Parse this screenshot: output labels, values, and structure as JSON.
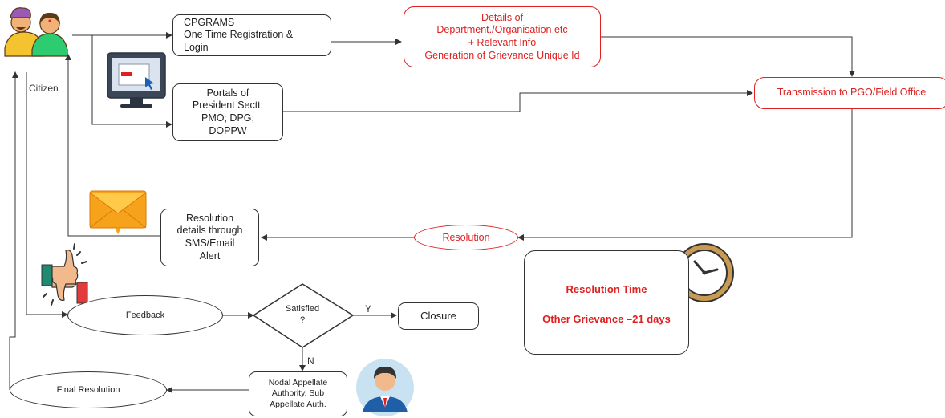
{
  "nodes": {
    "cpgrams": "CPGRAMS\nOne Time Registration &\nLogin",
    "details": "Details of\nDepartment./Organisation etc\n+ Relevant Info\nGeneration of Grievance Unique Id",
    "portals": "Portals of\nPresident Sectt;\nPMO; DPG;\nDOPPW",
    "transmission": "Transmission to PGO/Field Office",
    "resolution": "Resolution",
    "resolution_details": "Resolution\ndetails through\nSMS/Email\nAlert",
    "feedback": "Feedback",
    "satisfied": "Satisfied\n?",
    "closure": "Closure",
    "nodal": "Nodal Appellate\nAuthority, Sub\nAppellate Auth.",
    "final_resolution": "Final Resolution"
  },
  "labels": {
    "citizen": "Citizen",
    "yes": "Y",
    "no": "N"
  },
  "resolution_time": {
    "title": "Resolution Time",
    "detail": "Other Grievance –21 days"
  },
  "icons": [
    "citizen-couple-icon",
    "computer-monitor-icon",
    "email-envelope-icon",
    "thumbs-feedback-icon",
    "clock-icon",
    "officer-avatar-icon"
  ],
  "colors": {
    "accent_red": "#e02020",
    "stroke": "#333333"
  }
}
